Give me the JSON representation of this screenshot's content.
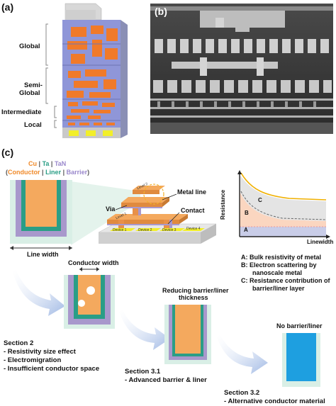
{
  "panels": {
    "a": "(a)",
    "b": "(b)",
    "c": "(c)"
  },
  "stack_labels": {
    "global": "Global",
    "semi_global_1": "Semi-",
    "semi_global_2": "Global",
    "intermediate": "Intermediate",
    "local": "Local"
  },
  "materials": {
    "cu": "Cu",
    "ta": "Ta",
    "tan": "TaN",
    "sep": "|",
    "conductor": "Conductor",
    "liner": "Liner",
    "barrier": "Barrier",
    "open": "(",
    "close": ")"
  },
  "interconnect": {
    "metal_line": "Metal line",
    "via": "Via",
    "contact": "Contact",
    "level2": "Level 2",
    "level1": "Level 1",
    "device1": "Device 1",
    "device2": "Device 2",
    "device3": "Device 3",
    "device4": "Device 4"
  },
  "resistance_plot": {
    "ylabel": "Resistance",
    "xlabel": "Linewidth",
    "regions": [
      "A",
      "B",
      "C"
    ]
  },
  "legend": {
    "a": "A:  Bulk resistivity of metal",
    "b1": "B:  Electron scattering by",
    "b2": "nanoscale metal",
    "c1": "C:  Resistance contribution of",
    "c2": "barrier/liner layer"
  },
  "cross_section_labels": {
    "line_width": "Line width",
    "conductor_width": "Conductor width",
    "reducing_1": "Reducing barrier/liner",
    "reducing_2": "thickness",
    "no_barrier": "No barrier/liner"
  },
  "sections": {
    "s2_title": "Section 2",
    "s2_items": [
      "- Resistivity size effect",
      "- Electromigration",
      "- Insufficient conductor space"
    ],
    "s31_title": "Section 3.1",
    "s31_item": "- Advanced barrier & liner",
    "s32_title": "Section 3.2",
    "s32_item": "- Alternative conductor material"
  },
  "colors": {
    "conductor": "#f4a95e",
    "liner": "#2a9e86",
    "barrier": "#a898cc",
    "dielectric": "#d9efe6",
    "alt_conductor": "#1e9fe0",
    "stack_blue": "#8f96d8",
    "stack_orange": "#f07a2a",
    "arrow": "#aac4e8"
  }
}
